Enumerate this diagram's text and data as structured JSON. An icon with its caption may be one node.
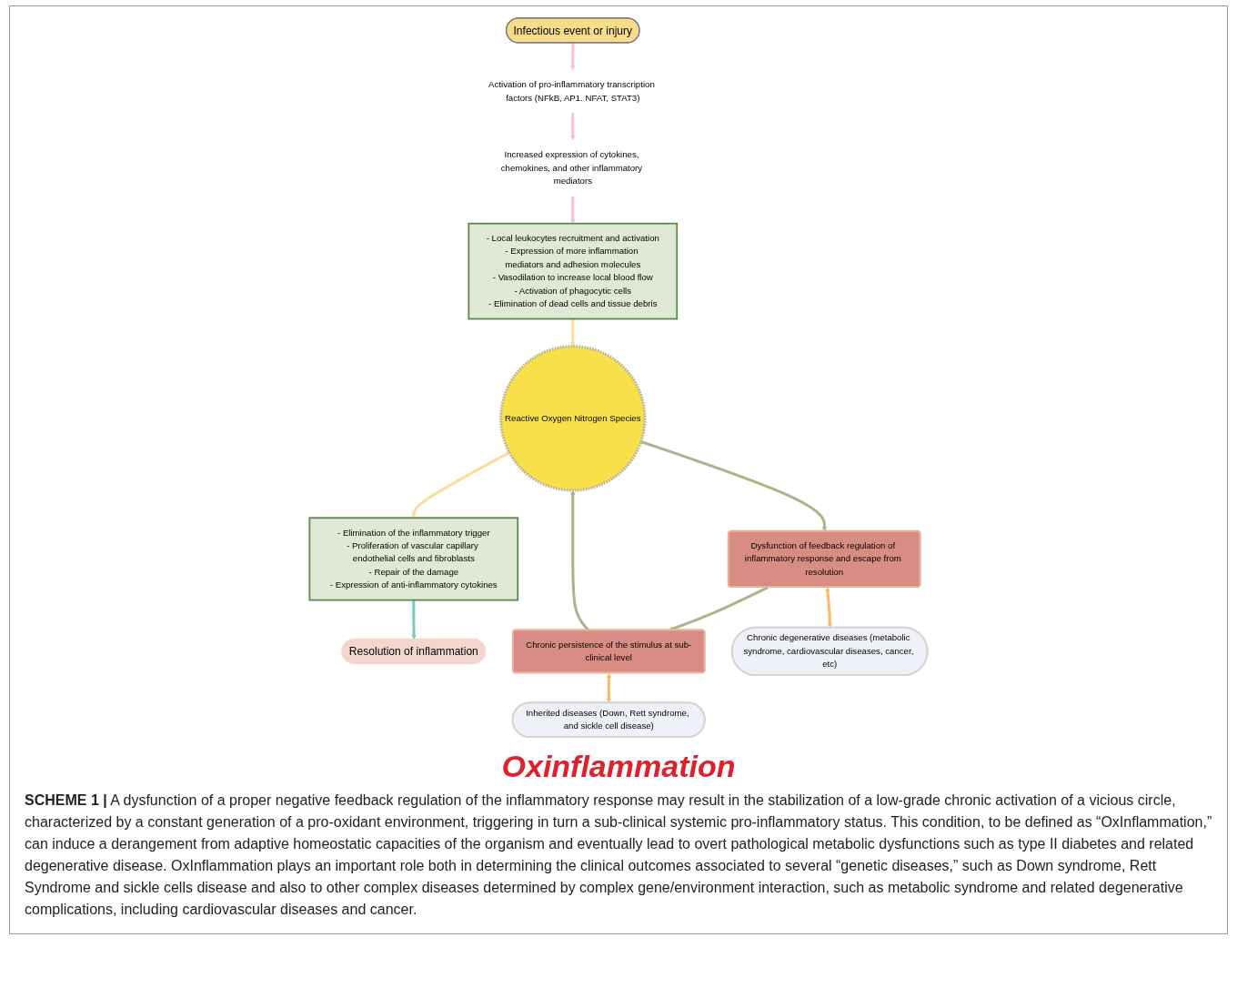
{
  "diagram": {
    "caption": "**SCHEME 1 |** A dysfunction of a proper negative feedback regulation of the inflammatory response may result in the stabilization of a low-grade chronic activation of a vicious circle, characterized by a constant generation of a pro-oxidant environment, triggering in turn a sub-clinical systemic pro-inflammatory status. This condition, to be defined as “OxInflammation,” can induce a derangement from adaptive homeostatic capacities of the organism and eventually lead to overt pathological metabolic dysfunctions such as type II diabetes and related degenerative disease. OxInflammation plays an important role both in determining the clinical outcomes associated to several “genetic diseases,” such as Down syndrome, Rett Syndrome and sickle cells disease and also to other complex diseases determined by complex gene/environment interaction, such as metabolic syndrome and related degenerative complications, including cardiovascular diseases and cancer.",
    "nodes": [
      {
        "text": [
          "Infectious event or injury"
        ]
      },
      {
        "text": [
          "Activation of pro-inflammatory transcription factors (NFkB, AP1. NFAT, STAT3)"
        ]
      },
      {
        "text": [
          "Increased expression of cytokines, chemokines, and other inflammatory mediators"
        ]
      },
      {
        "text": [
          "- Local leukocytes recruitment and activation",
          "- Expression of more inflammation mediators and adhesion molecules",
          "- Vasodilation to increase local blood flow",
          "- Activation of phagocytic cells",
          "- Elimination of dead cells and tissue debris"
        ]
      },
      {
        "text": [
          "Resolution of inflammation"
        ]
      },
      {
        "text": [
          "- Elimination of the inflammatory trigger",
          "- Proliferation of vascular capillary endothelial cells and fibroblasts",
          "- Repair of the damage",
          "- Expression of anti-inflammatory cytokines"
        ]
      },
      {
        "text": [
          "Reactive Oxygen Nitrogen Species"
        ]
      },
      {
        "text": [
          "Chronic persistence of the stimulus at sub-clinical level"
        ]
      },
      {
        "text": [
          "Dysfunction of feedback regulation of inflammatory response and escape from resolution"
        ]
      },
      {
        "text": [
          "Inherited diseases (Down, Rett syndrome, and sickle cell disease)"
        ]
      },
      {
        "text": [
          "Chronic degenerative diseases (metabolic syndrome, cardiovascular diseases, cancer, etc)"
        ]
      }
    ],
    "edges": [
      {
        "from": 0,
        "to": 1,
        "arrow": "to",
        "color": "#f4c3cc"
      },
      {
        "from": 1,
        "to": 2,
        "arrow": "to",
        "color": "#f4c3cc"
      },
      {
        "from": 2,
        "to": 3,
        "arrow": "to",
        "color": "#f4c3cc"
      },
      {
        "from": 3,
        "to": 6,
        "arrow": "to",
        "color": "#f9dd9a"
      },
      {
        "from": 6,
        "to": 5,
        "arrow": "to",
        "color": "#f9dd9a"
      },
      {
        "from": 5,
        "to": 4,
        "arrow": "to",
        "color": "#7cc8bd"
      },
      {
        "from": 6,
        "to": 8,
        "arrow": "to",
        "color": "#aab58a"
      },
      {
        "from": 8,
        "to": 7,
        "arrow": "to",
        "color": "#aab58a"
      },
      {
        "from": 7,
        "to": 6,
        "arrow": "to",
        "color": "#aab58a"
      },
      {
        "from": 7,
        "to": 9,
        "arrow": "both",
        "color": "#f9b96a"
      },
      {
        "from": 8,
        "to": 10,
        "arrow": "both",
        "color": "#f9b96a"
      }
    ],
    "labels": [
      "Oxinflammation"
    ]
  }
}
